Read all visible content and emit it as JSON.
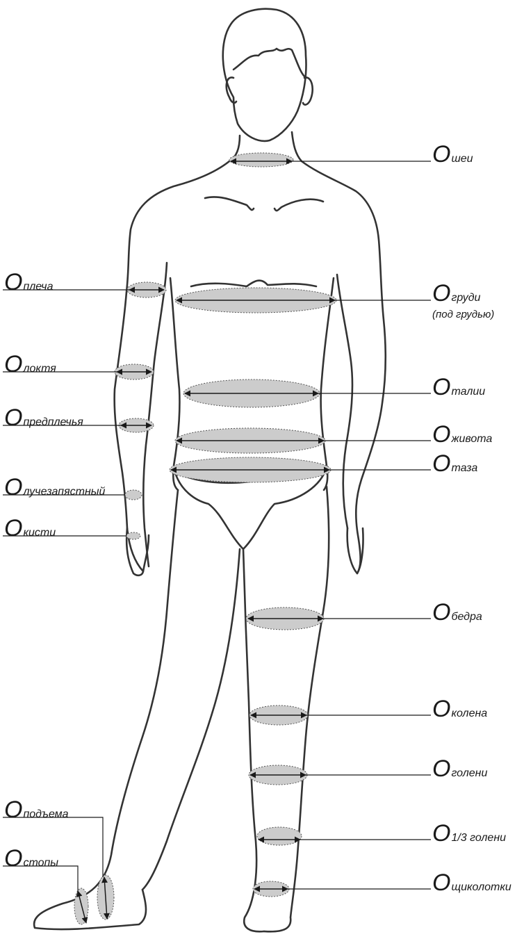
{
  "symbol": "О",
  "colors": {
    "outline": "#333333",
    "band": "#cccccc",
    "leader": "#1a1a1a"
  },
  "labels": {
    "neck": "шеи",
    "chest": "груди",
    "chest_note": "(под грудью)",
    "waist": "талии",
    "belly": "живота",
    "pelvis": "таза",
    "thigh": "бедра",
    "knee": "колена",
    "shin": "голени",
    "third_shin": "1/3 голени",
    "ankle": "щиколотки",
    "shoulder": "плеча",
    "elbow": "локтя",
    "forearm": "предплечья",
    "wrist": "лучезапястный",
    "hand": "кисти",
    "instep": "подъема",
    "foot": "стопы"
  }
}
